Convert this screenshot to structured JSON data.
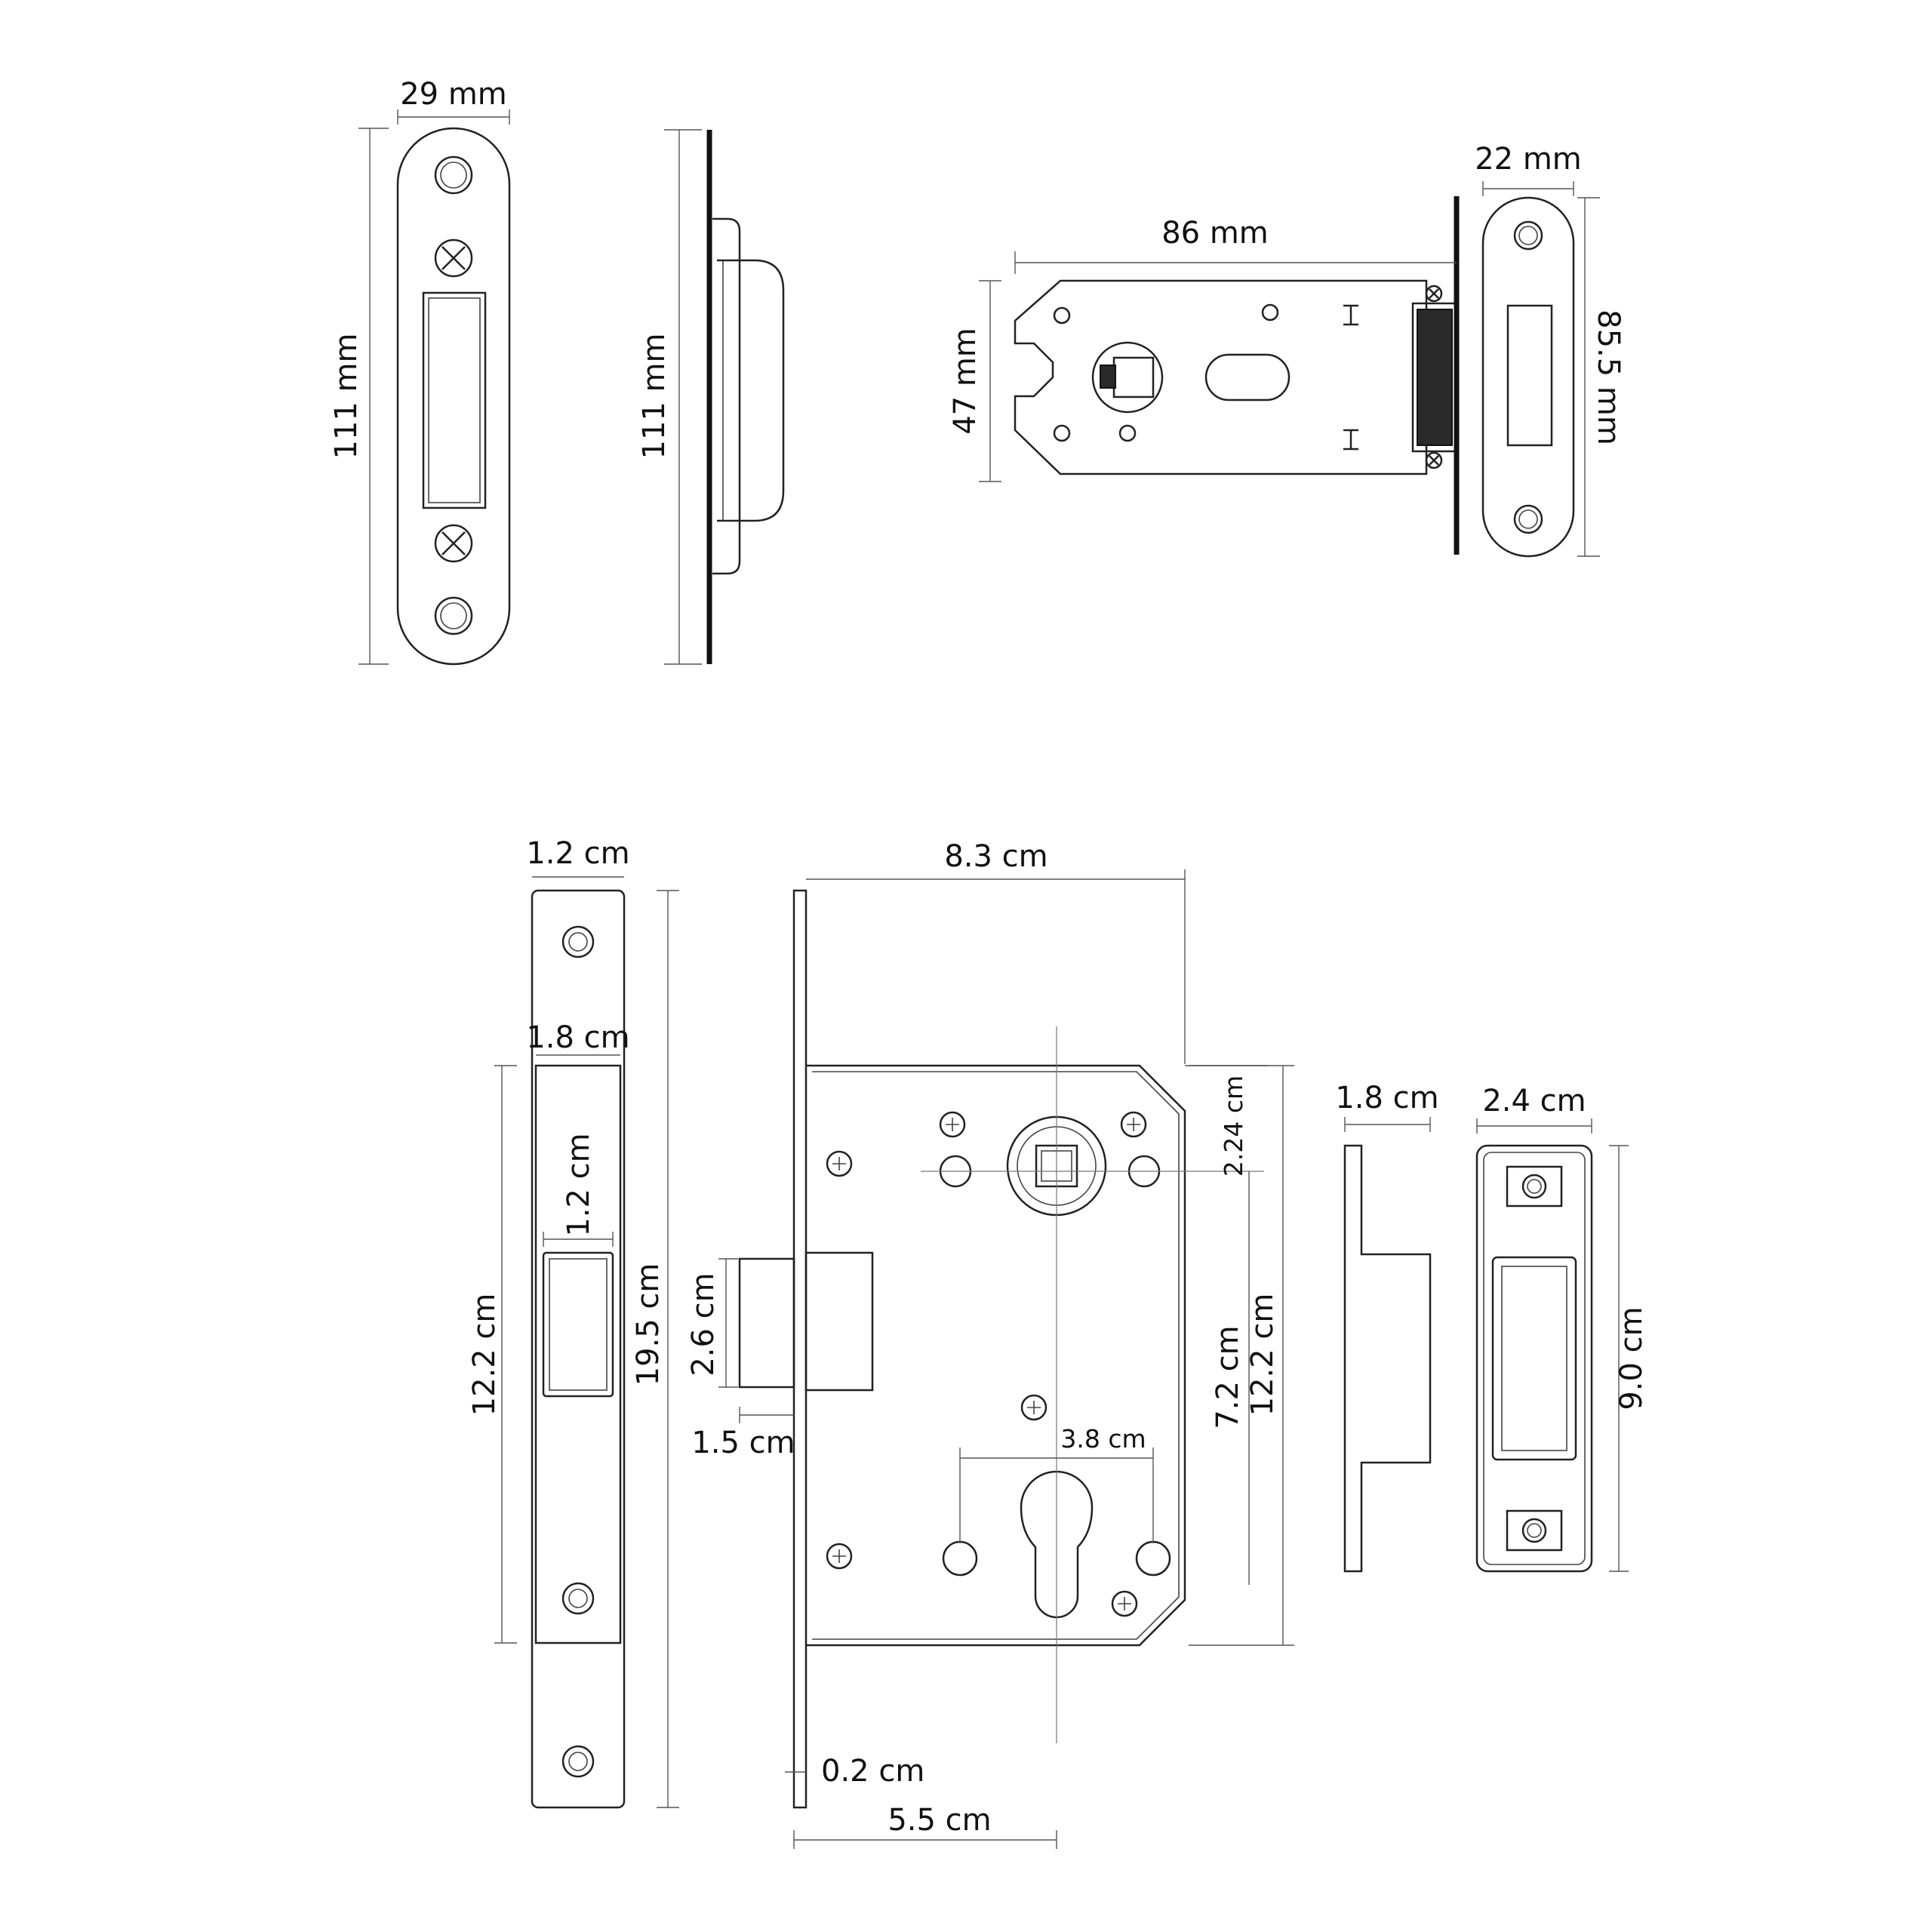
{
  "top_labels": {
    "strike_width": "29 mm",
    "strike_height": "111 mm",
    "side_height": "111 mm",
    "latch_length": "86 mm",
    "latch_height": "47 mm",
    "faceplate_width": "22 mm",
    "faceplate_height": "85.5 mm"
  },
  "bottom_labels": {
    "faceplate_width": "1.2 cm",
    "strike_opening_width": "1.8 cm",
    "opening_width": "1.2 cm",
    "strike_plate_height": "12.2 cm",
    "faceplate_height": "19.5 cm",
    "case_width": "8.3 cm",
    "spindle_offset": "2.24 cm",
    "bolt_height": "2.6 cm",
    "bolt_throw": "1.5 cm",
    "cylinder_spacing": "3.8 cm",
    "centre_distance": "7.2 cm",
    "case_height": "12.2 cm",
    "plate_thickness": "0.2 cm",
    "backset": "5.5 cm",
    "keep_depth": "1.8 cm",
    "keep_width": "2.4 cm",
    "keep_height": "9.0 cm"
  }
}
